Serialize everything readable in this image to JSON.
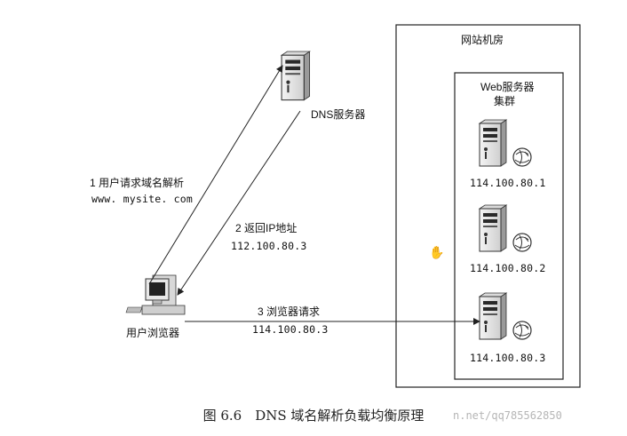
{
  "diagram": {
    "site_room_label": "网站机房",
    "cluster_label_line1": "Web服务器",
    "cluster_label_line2": "集群",
    "dns_server_label": "DNS服务器",
    "browser_label": "用户浏览器",
    "step1_line1": "1 用户请求域名解析",
    "step1_line2": "www. mysite. com",
    "step2_line1": "2 返回IP地址",
    "step2_line2": "112.100.80.3",
    "step3_line1": "3 浏览器请求",
    "step3_line2": "114.100.80.3",
    "servers": [
      {
        "ip": "114.100.80.1"
      },
      {
        "ip": "114.100.80.2"
      },
      {
        "ip": "114.100.80.3"
      }
    ]
  },
  "caption": "图 6.6　DNS 域名解析负载均衡原理",
  "watermark": "n.net/qq785562850",
  "cursor_icon": "hand-cursor-icon"
}
